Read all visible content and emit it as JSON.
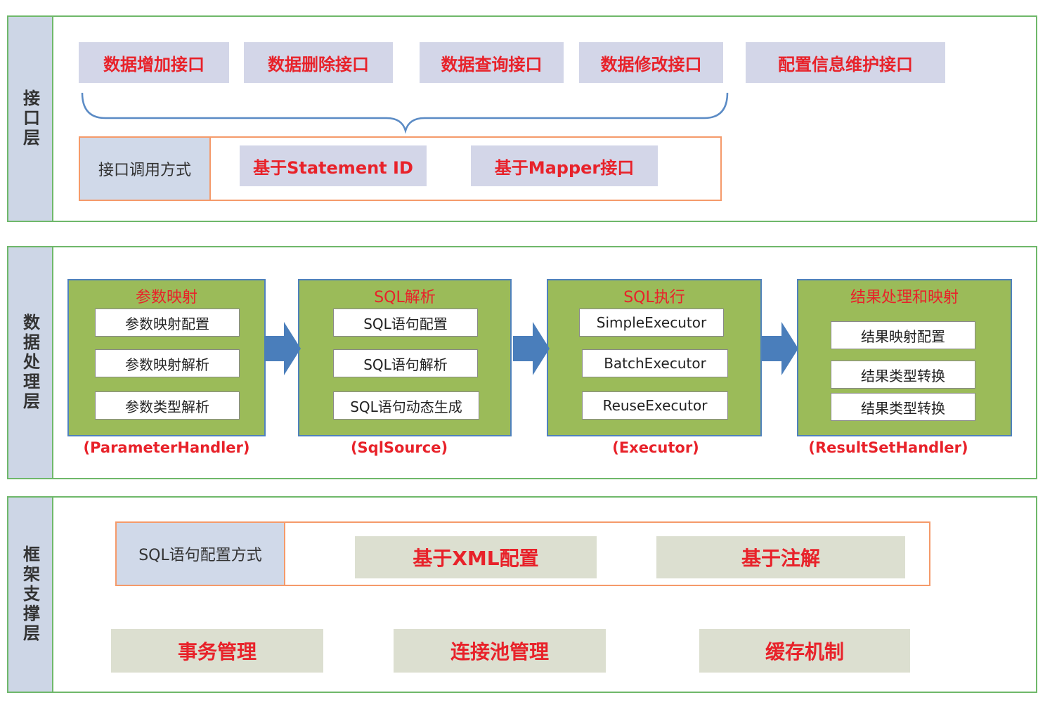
{
  "interface_layer": {
    "label": "接口层",
    "apis": [
      "数据增加接口",
      "数据删除接口",
      "数据查询接口",
      "数据修改接口",
      "配置信息维护接口"
    ],
    "call_mode": {
      "label": "接口调用方式",
      "options": [
        "基于Statement ID",
        "基于Mapper接口"
      ]
    }
  },
  "data_layer": {
    "label": "数据处理层",
    "modules": [
      {
        "title": "参数映射",
        "items": [
          "参数映射配置",
          "参数映射解析",
          "参数类型解析"
        ],
        "handler": "(ParameterHandler)"
      },
      {
        "title": "SQL解析",
        "items": [
          "SQL语句配置",
          "SQL语句解析",
          "SQL语句动态生成"
        ],
        "handler": "(SqlSource)"
      },
      {
        "title": "SQL执行",
        "items": [
          "SimpleExecutor",
          "BatchExecutor",
          "ReuseExecutor"
        ],
        "handler": "(Executor)"
      },
      {
        "title": "结果处理和映射",
        "items": [
          "结果映射配置",
          "结果类型转换",
          "结果类型转换"
        ],
        "handler": "(ResultSetHandler)"
      }
    ]
  },
  "framework_layer": {
    "label": "框架支撑层",
    "sql_config": {
      "label": "SQL语句配置方式",
      "options": [
        "基于XML配置",
        "基于注解"
      ]
    },
    "support": [
      "事务管理",
      "连接池管理",
      "缓存机制"
    ]
  },
  "colors": {
    "layer_border": "#6fb86a",
    "api_text": "#e8222a",
    "module_fill": "#9bbb59",
    "arrow": "#4a7ebb"
  }
}
